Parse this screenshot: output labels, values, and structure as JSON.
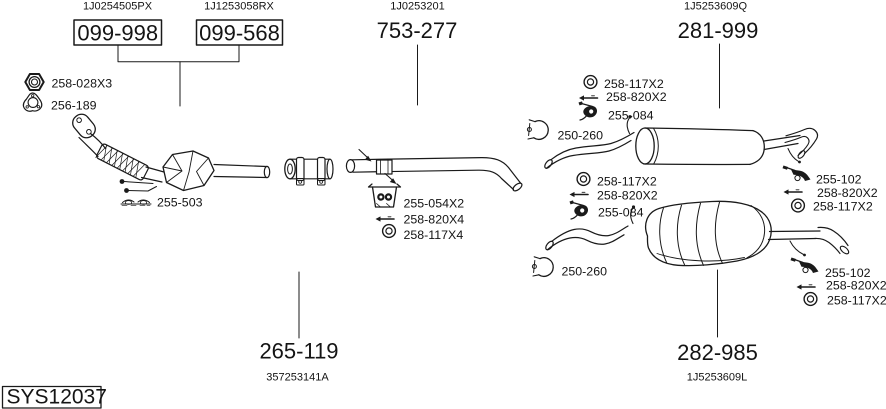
{
  "sheet": {
    "code": "SYS12037"
  },
  "assemblies": {
    "front_pipe": {
      "oem": "1J0254505PX",
      "part": "099-998"
    },
    "catalytic_converter": {
      "oem": "1J1253058RX",
      "part": "099-568"
    },
    "middle_pipe": {
      "oem": "1J0253201",
      "part": "753-277"
    },
    "center_muffler": {
      "oem": "1J5253609Q",
      "part": "281-999"
    },
    "pipe_connector": {
      "part": "265-119",
      "oem": "357253141A"
    },
    "rear_muffler": {
      "part": "282-985",
      "oem": "1J5253609L"
    }
  },
  "hardware": {
    "manifold_joint": [
      {
        "icon": "hex-nut-icon",
        "label": "258-028X3"
      },
      {
        "icon": "gasket-icon",
        "label": "256-189"
      }
    ],
    "cat_bracket": {
      "icon": "bracket-icon",
      "label": "255-503"
    },
    "middle_pipe_mounting": [
      {
        "icon": "rubber-mount-icon",
        "label": "255-054X2"
      },
      {
        "icon": "bolt-icon",
        "label": "258-820X4"
      },
      {
        "icon": "washer-icon",
        "label": "258-117X4"
      }
    ],
    "center_muffler_front": [
      {
        "icon": "washer-icon",
        "label": "258-117X2"
      },
      {
        "icon": "bolt-icon",
        "label": "258-820X2"
      },
      {
        "icon": "rubber-hanger-icon",
        "label": "255-084"
      },
      {
        "icon": "clamp-icon",
        "label": "250-260"
      }
    ],
    "center_muffler_tail": [
      {
        "icon": "hanger-bracket-icon",
        "label": "255-102"
      },
      {
        "icon": "bolt-icon",
        "label": "258-820X2"
      },
      {
        "icon": "washer-icon",
        "label": "258-117X2"
      }
    ],
    "rear_muffler_front": [
      {
        "icon": "washer-icon",
        "label": "258-117X2"
      },
      {
        "icon": "bolt-icon",
        "label": "258-820X2"
      },
      {
        "icon": "rubber-hanger-icon",
        "label": "255-084"
      },
      {
        "icon": "clamp-icon",
        "label": "250-260"
      }
    ],
    "rear_muffler_tail": [
      {
        "icon": "hanger-bracket-icon",
        "label": "255-102"
      },
      {
        "icon": "bolt-icon",
        "label": "258-820X2"
      },
      {
        "icon": "washer-icon",
        "label": "258-117X2"
      }
    ]
  },
  "colors": {
    "line": "#1a1a1a",
    "background": "#ffffff"
  }
}
